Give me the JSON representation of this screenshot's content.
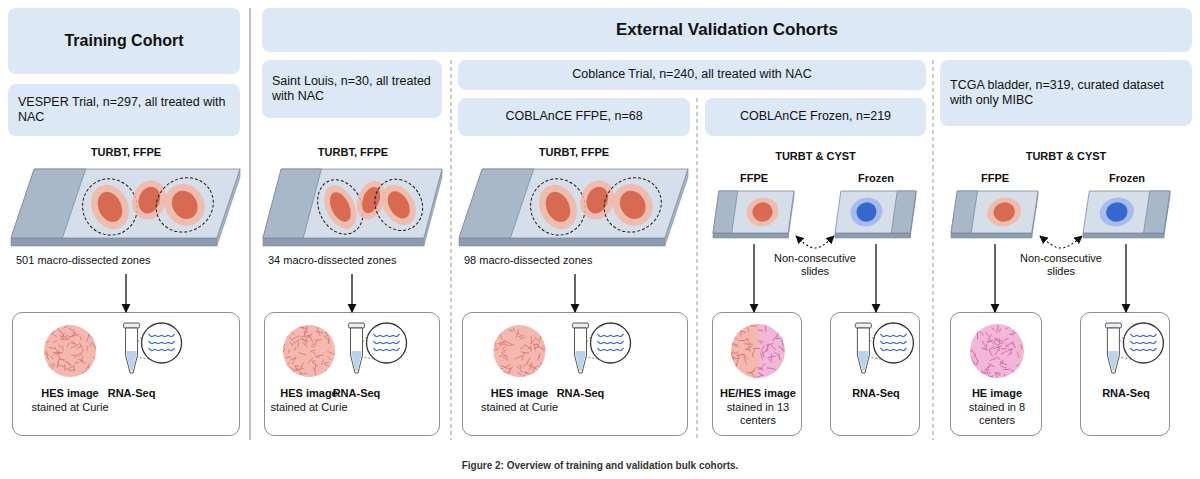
{
  "diagram": {
    "caption": "Figure 2: Overview of training and validation bulk cohorts.",
    "nodes": [
      {
        "text": [
          "Training Cohort"
        ]
      },
      {
        "text": [
          "External Validation Cohorts"
        ]
      },
      {
        "text": [
          "VESPER Trial, n=297, all treated with NAC"
        ]
      },
      {
        "text": [
          "Saint Louis, n=30, all treated with NAC"
        ]
      },
      {
        "text": [
          "Coblance Trial, n=240, all treated with NAC"
        ]
      },
      {
        "text": [
          "COBLAnCE FFPE, n=68"
        ]
      },
      {
        "text": [
          "COBLAnCE Frozen, n=219"
        ]
      },
      {
        "text": [
          "TCGA bladder, n=319, curated dataset with only MIBC"
        ]
      },
      {
        "text": [
          "TURBT, FFPE",
          "501 macro-dissected zones"
        ]
      },
      {
        "text": [
          "TURBT, FFPE",
          "34 macro-dissected zones"
        ]
      },
      {
        "text": [
          "TURBT, FFPE",
          "98 macro-dissected zones"
        ]
      },
      {
        "text": [
          "FFPE"
        ]
      },
      {
        "text": [
          "Frozen"
        ]
      },
      {
        "text": [
          "FFPE"
        ]
      },
      {
        "text": [
          "Frozen"
        ]
      },
      {
        "text": [
          "HES image",
          "stained at Curie",
          "RNA-Seq"
        ]
      },
      {
        "text": [
          "HES image",
          "stained at Curie",
          "RNA-Seq"
        ]
      },
      {
        "text": [
          "HES image",
          "stained at Curie",
          "RNA-Seq"
        ]
      },
      {
        "text": [
          "HE/HES image",
          "stained in 13 centers"
        ]
      },
      {
        "text": [
          "RNA-Seq"
        ]
      },
      {
        "text": [
          "HE image",
          "stained in 8 centers"
        ]
      },
      {
        "text": [
          "RNA-Seq"
        ]
      }
    ],
    "edges": [
      {
        "from": 8,
        "to": 15,
        "arrow": "to"
      },
      {
        "from": 9,
        "to": 16,
        "arrow": "to"
      },
      {
        "from": 10,
        "to": 17,
        "arrow": "to"
      },
      {
        "from": 11,
        "to": 12,
        "label": "Non-consecutive slides",
        "arrow": "both"
      },
      {
        "from": 11,
        "to": 18,
        "arrow": "to"
      },
      {
        "from": 12,
        "to": 19,
        "arrow": "to"
      },
      {
        "from": 13,
        "to": 14,
        "label": "Non-consecutive slides",
        "arrow": "both"
      },
      {
        "from": 13,
        "to": 20,
        "arrow": "to"
      },
      {
        "from": 14,
        "to": 21,
        "arrow": "to"
      }
    ],
    "labels": [
      "TURBT & CYST",
      "TURBT & CYST"
    ]
  }
}
